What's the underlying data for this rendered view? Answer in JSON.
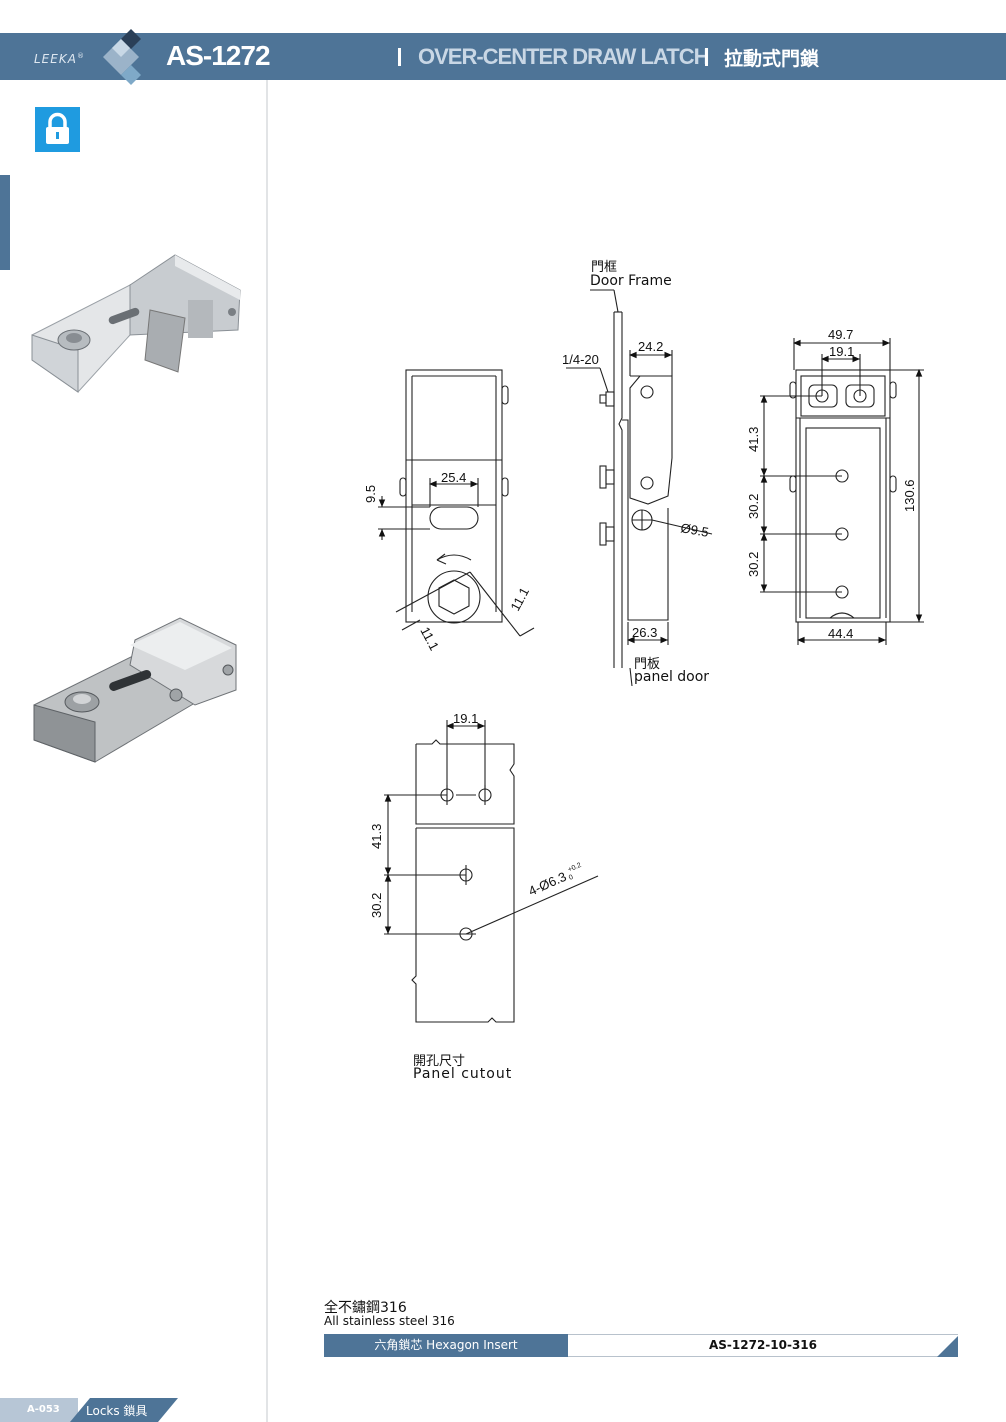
{
  "header": {
    "brand": "LEEKA",
    "brand_mark": "®",
    "model": "AS-1272",
    "title_en": "OVER-CENTER DRAW LATCH",
    "title_zh": "拉動式門鎖"
  },
  "icons": {
    "category": "padlock-icon",
    "logo": "diamond-logo-icon"
  },
  "drawing": {
    "door_frame_zh": "門框",
    "door_frame_en": "Door Frame",
    "panel_door_zh": "門板",
    "panel_door_en": "panel door",
    "cutout_zh": "開孔尺寸",
    "cutout_en": "Panel cutout",
    "dims": {
      "front_slot_w": "25.4",
      "front_slot_h": "9.5",
      "front_hex_a": "11.1",
      "front_hex_b": "11.1",
      "side_thread": "1/4-20",
      "side_top": "24.2",
      "side_hole": "Ø9.5",
      "side_bottom": "26.3",
      "right_total_w": "49.7",
      "right_hole_pitch": "19.1",
      "right_v1": "41.3",
      "right_v2": "30.2",
      "right_v3": "30.2",
      "right_height": "130.6",
      "right_base_w": "44.4",
      "cut_pitch": "19.1",
      "cut_v1": "41.3",
      "cut_v2": "30.2",
      "cut_holes": "4-Ø6.3",
      "cut_tol": "+0.2",
      "cut_tol_low": "0"
    }
  },
  "material": {
    "zh": "全不鏽鋼316",
    "en": "All stainless steel 316"
  },
  "order_table": {
    "insert": "六角鎖芯 Hexagon Insert",
    "code": "AS-1272-10-316"
  },
  "footer": {
    "page": "A-053",
    "section": "Locks 鎖具"
  },
  "colors": {
    "header": "#4e7497",
    "accent": "#1f9be0",
    "line": "#333333"
  }
}
